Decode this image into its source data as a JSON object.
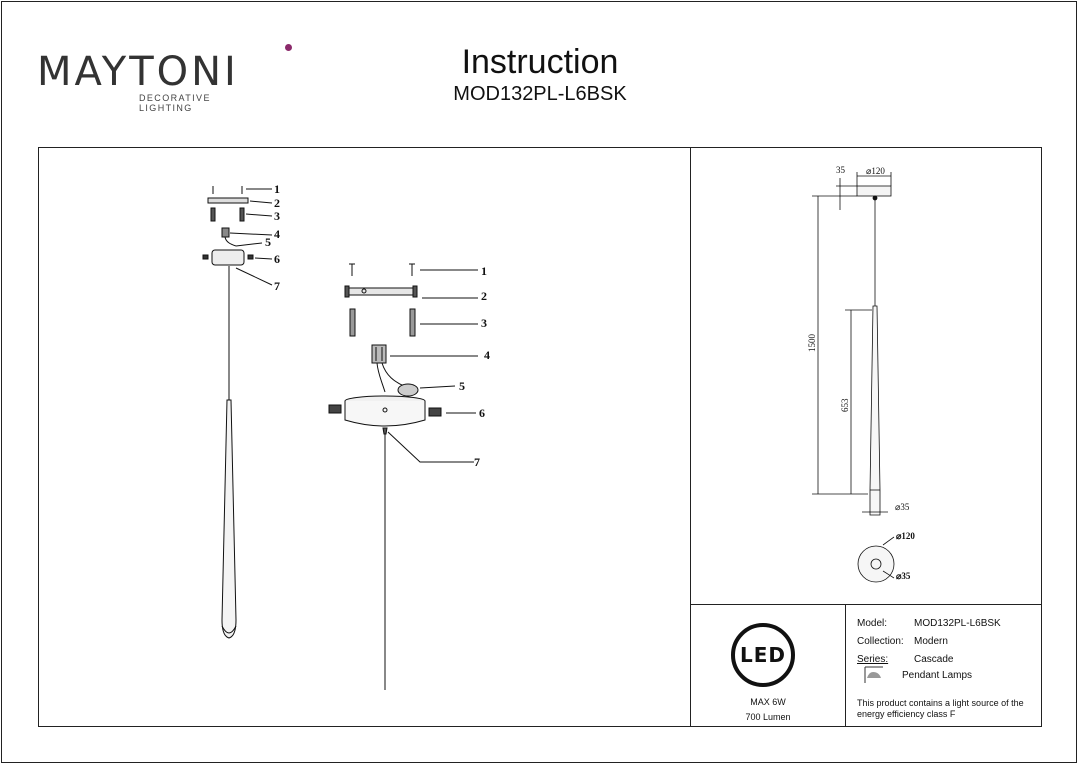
{
  "brand": {
    "name": "MAYTONI",
    "tagline": "DECORATIVE LIGHTING",
    "accent_color": "#8b2a6b"
  },
  "header": {
    "title": "Instruction",
    "model_code": "MOD132PL-L6BSK"
  },
  "assembly": {
    "part_numbers": [
      "1",
      "2",
      "3",
      "4",
      "5",
      "6",
      "7"
    ]
  },
  "dimensions": {
    "canopy_height": "35",
    "canopy_diameter": "⌀120",
    "total_length": "1500",
    "shade_length": "653",
    "shade_diameter": "⌀35",
    "bottom_outer": "⌀120",
    "bottom_inner": "⌀35"
  },
  "led_badge": {
    "text": "LED",
    "max_power": "MAX 6W",
    "lumen": "700 Lumen"
  },
  "spec": {
    "model_label": "Model:",
    "model_value": "MOD132PL-L6BSK",
    "collection_label": "Collection:",
    "collection_value": "Modern",
    "series_label": "Series:",
    "series_value": "Cascade",
    "type_value": "Pendant Lamps",
    "type_icon": "pendant-lamp-icon",
    "energy_note": "This product contains a light source of the energy efficiency class F"
  }
}
